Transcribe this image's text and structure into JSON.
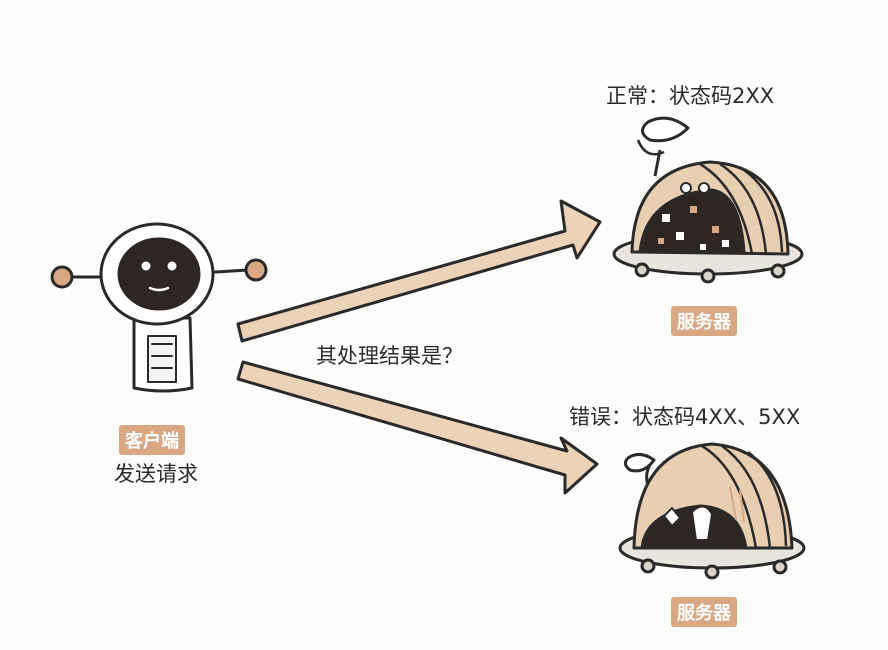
{
  "client": {
    "tag": "客户端",
    "caption": "发送请求"
  },
  "question": "其处理结果是？",
  "servers": {
    "ok": {
      "status": "正常：状态码2XX",
      "tag": "服务器"
    },
    "error": {
      "status": "错误：状态码4XX、5XX",
      "tag": "服务器"
    }
  },
  "colors": {
    "arrow_fill": "#ecd3b7",
    "accent": "#d9a784",
    "ink": "#2a2a2a",
    "dark": "#2e2623"
  }
}
